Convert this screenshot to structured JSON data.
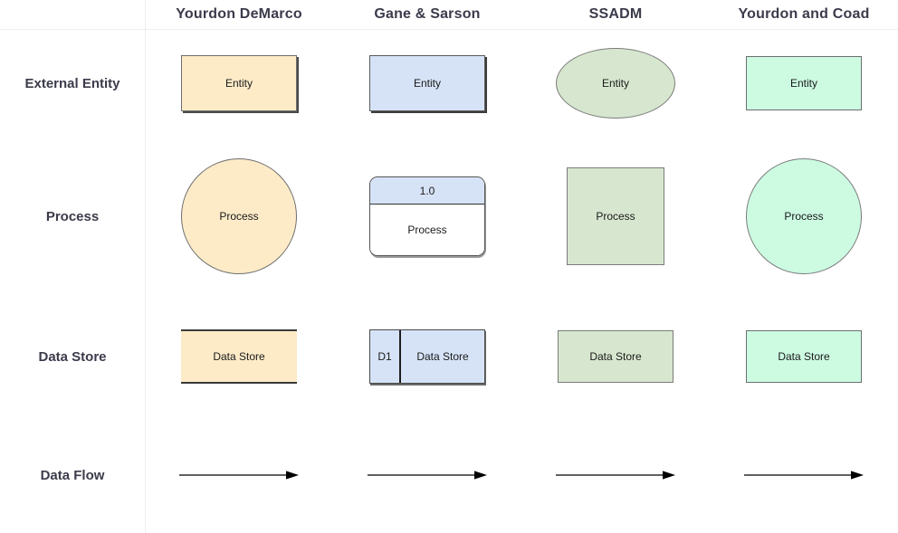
{
  "matrix": {
    "columns": [
      {
        "label": "Yourdon DeMarco"
      },
      {
        "label": "Gane & Sarson"
      },
      {
        "label": "SSADM"
      },
      {
        "label": "Yourdon and Coad"
      }
    ],
    "rows": [
      {
        "label": "External Entity",
        "cells": [
          {
            "notation": "Yourdon DeMarco",
            "shape": "rectangle-with-shadow",
            "text": "Entity",
            "fill": "#fdebc8",
            "stroke": "#6e6e6e"
          },
          {
            "notation": "Gane & Sarson",
            "shape": "rectangle-with-shadow",
            "text": "Entity",
            "fill": "#d6e3f7",
            "stroke": "#5a5a5a"
          },
          {
            "notation": "SSADM",
            "shape": "ellipse",
            "text": "Entity",
            "fill": "#d7e7cf",
            "stroke": "#7b7b7b"
          },
          {
            "notation": "Yourdon and Coad",
            "shape": "rectangle",
            "text": "Entity",
            "fill": "#ccfbe2",
            "stroke": "#6e6e6e"
          }
        ]
      },
      {
        "label": "Process",
        "cells": [
          {
            "notation": "Yourdon DeMarco",
            "shape": "circle",
            "text": "Process",
            "fill": "#fdebc8",
            "stroke": "#6e6e6e"
          },
          {
            "notation": "Gane & Sarson",
            "shape": "rounded-rectangle-split",
            "id": "1.0",
            "text": "Process",
            "fill": "#d6e3f7",
            "stroke": "#555555"
          },
          {
            "notation": "SSADM",
            "shape": "square",
            "text": "Process",
            "fill": "#d7e7cf",
            "stroke": "#7b7b7b"
          },
          {
            "notation": "Yourdon and Coad",
            "shape": "circle",
            "text": "Process",
            "fill": "#ccfbe2",
            "stroke": "#7b7b7b"
          }
        ]
      },
      {
        "label": "Data Store",
        "cells": [
          {
            "notation": "Yourdon DeMarco",
            "shape": "open-ended-rectangle",
            "text": "Data Store",
            "fill": "#fdebc8",
            "stroke": "#3a3a3a"
          },
          {
            "notation": "Gane & Sarson",
            "shape": "rectangle-with-id-cell",
            "id": "D1",
            "text": "Data Store",
            "fill": "#d6e3f7",
            "stroke": "#4a4a4a"
          },
          {
            "notation": "SSADM",
            "shape": "rectangle",
            "text": "Data Store",
            "fill": "#d7e7cf",
            "stroke": "#7b7b7b"
          },
          {
            "notation": "Yourdon and Coad",
            "shape": "rectangle",
            "text": "Data Store",
            "fill": "#ccfbe2",
            "stroke": "#6e6e6e"
          }
        ]
      },
      {
        "label": "Data Flow",
        "cells": [
          {
            "notation": "Yourdon DeMarco",
            "shape": "arrow",
            "text": "",
            "stroke": "#000000"
          },
          {
            "notation": "Gane & Sarson",
            "shape": "arrow",
            "text": "",
            "stroke": "#000000"
          },
          {
            "notation": "SSADM",
            "shape": "arrow",
            "text": "",
            "stroke": "#000000"
          },
          {
            "notation": "Yourdon and Coad",
            "shape": "arrow",
            "text": "",
            "stroke": "#000000"
          }
        ]
      }
    ]
  },
  "style": {
    "grid_line": "#eeeeee",
    "header_text": "#3b3b4b",
    "shape_text": "#1a1a1a",
    "background": "#ffffff"
  }
}
